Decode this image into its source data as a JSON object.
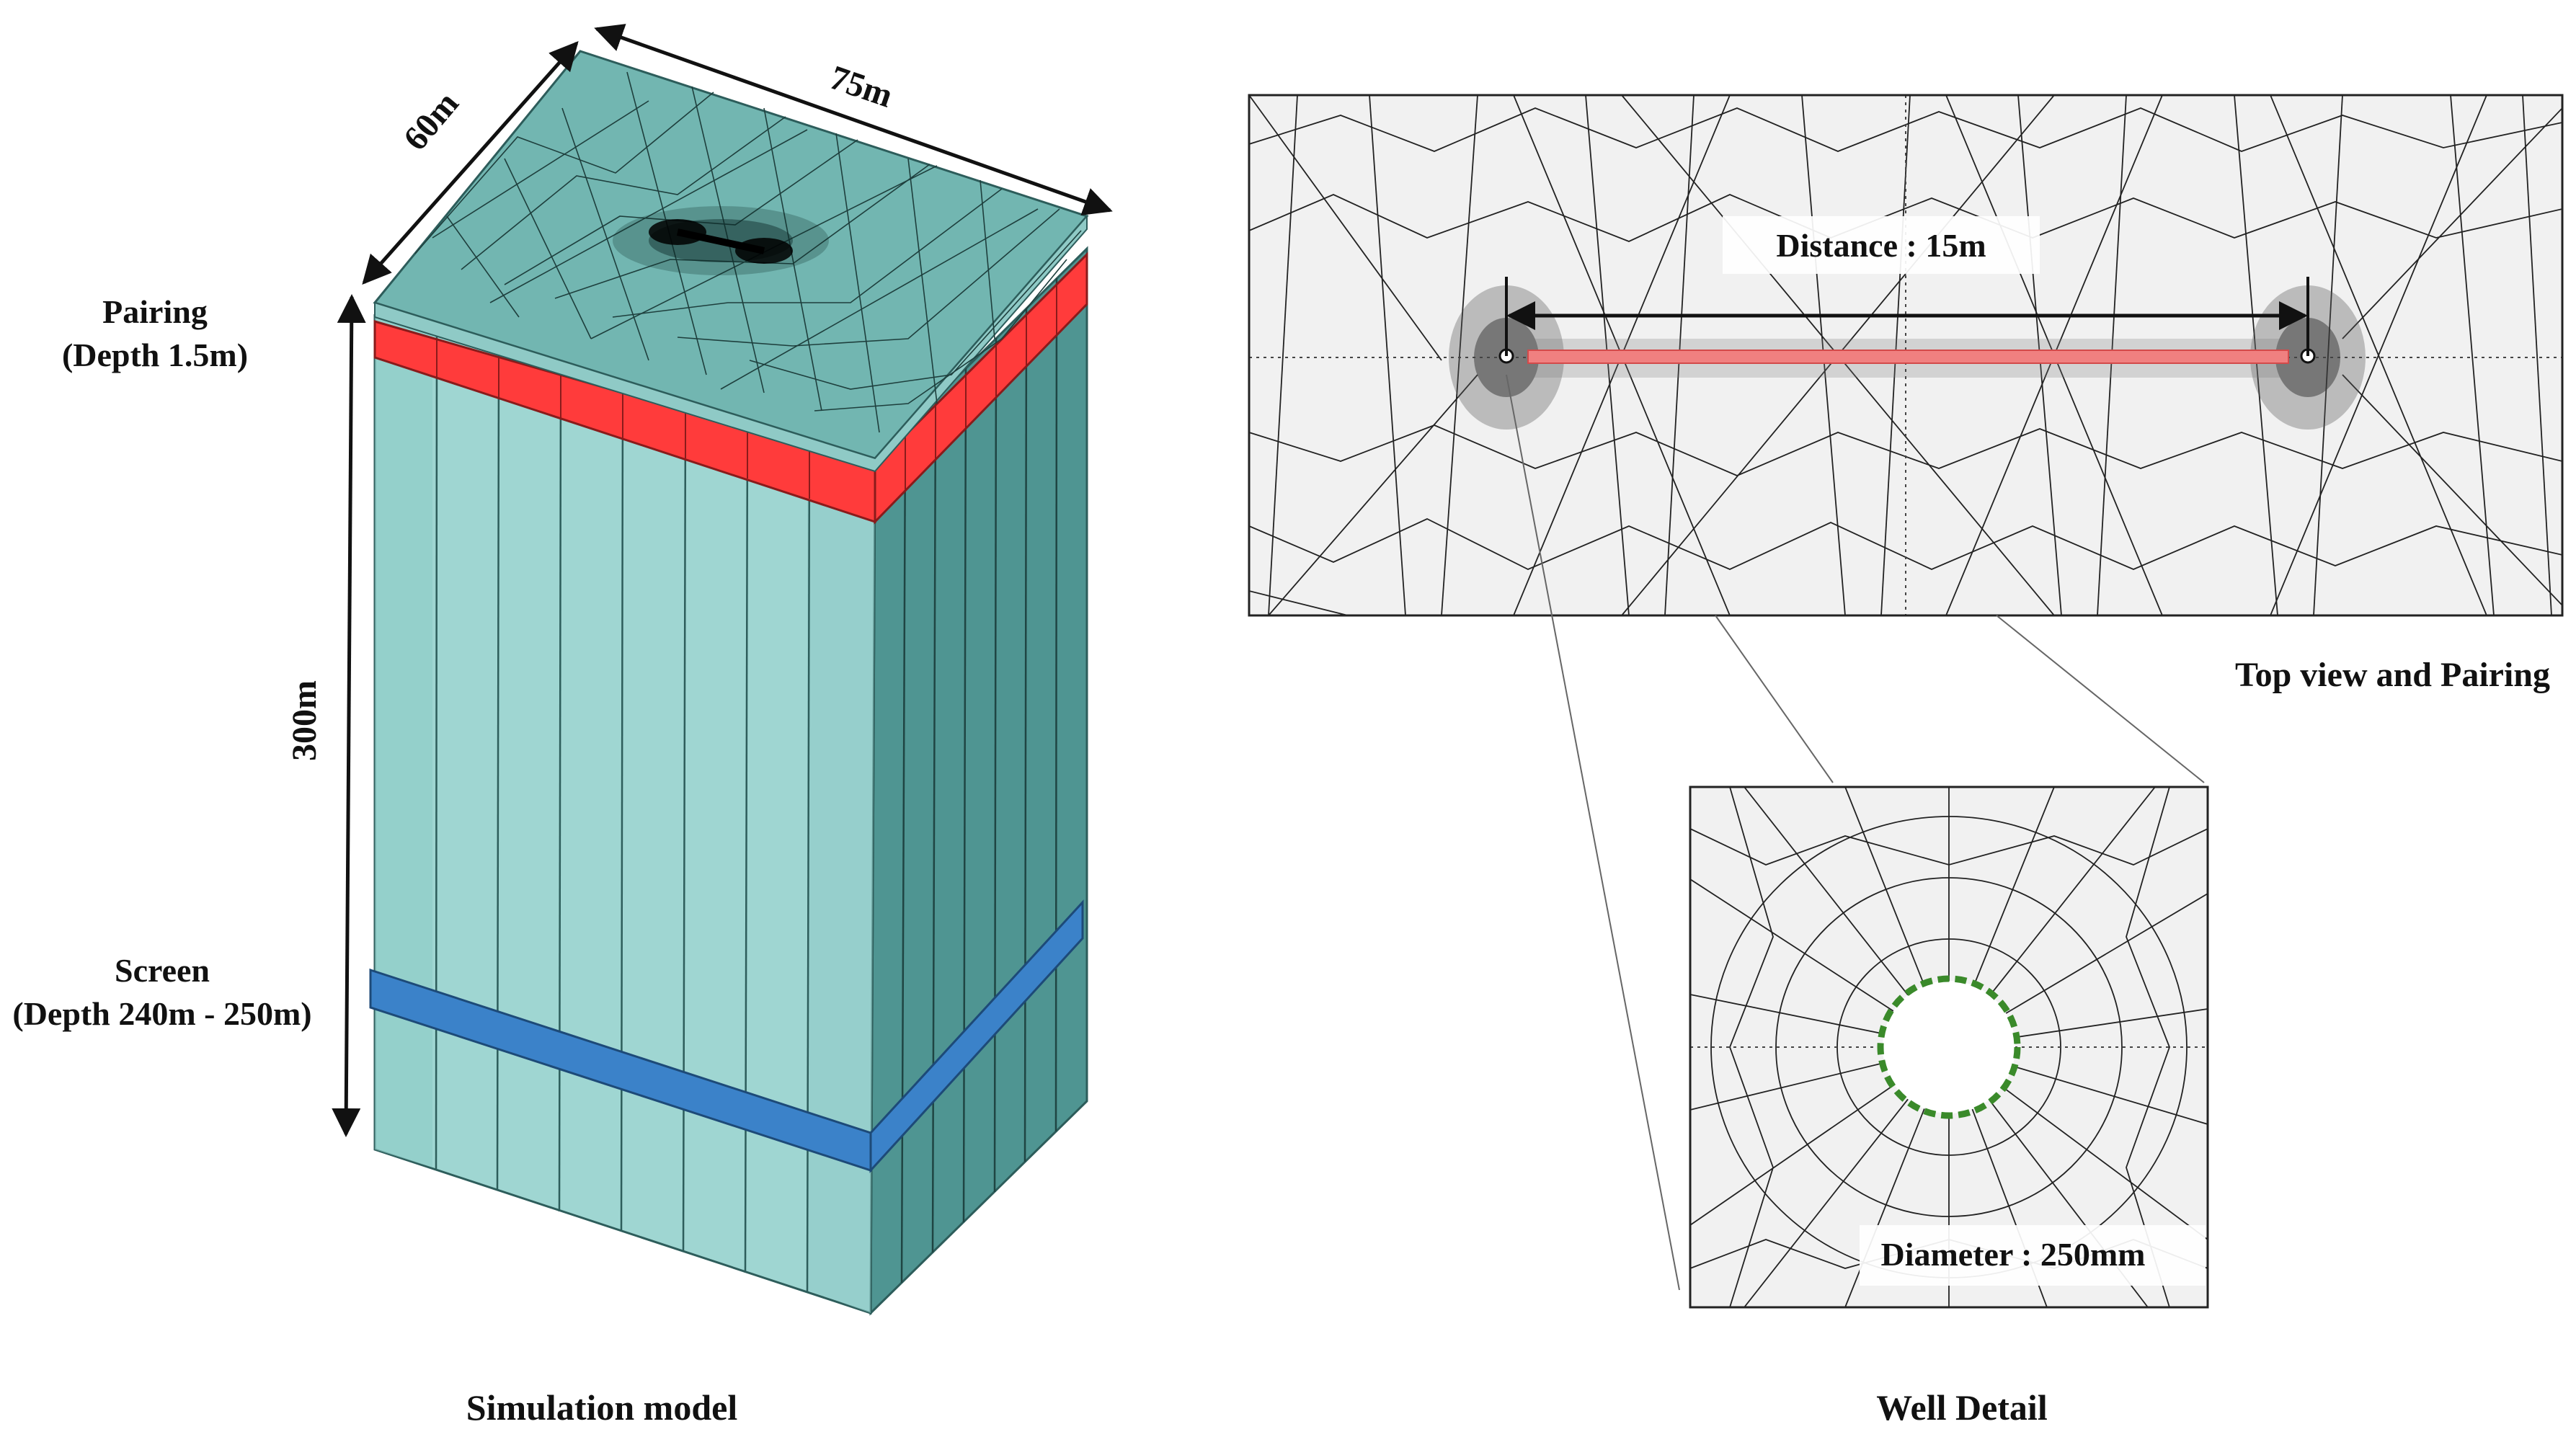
{
  "model": {
    "dim_width": "75m",
    "dim_depth": "60m",
    "dim_height": "300m",
    "pairing_title": "Pairing",
    "pairing_depth": "(Depth 1.5m)",
    "screen_title": "Screen",
    "screen_depth": "(Depth 240m - 250m)",
    "caption": "Simulation model"
  },
  "top_view": {
    "distance_label": "Distance : 15m",
    "caption": "Top view and Pairing"
  },
  "well_detail": {
    "diameter_label": "Diameter : 250mm",
    "caption": "Well Detail"
  },
  "colors": {
    "block_front": "#9fd6d2",
    "block_side": "#4f9592",
    "block_top": "#72b6b1",
    "pairing_layer": "#ff3b3b",
    "screen_layer": "#3b82c9",
    "mesh_background": "#f1f1f1",
    "well_boundary": "#3a8a2a",
    "pairing_line": "#f08080"
  }
}
